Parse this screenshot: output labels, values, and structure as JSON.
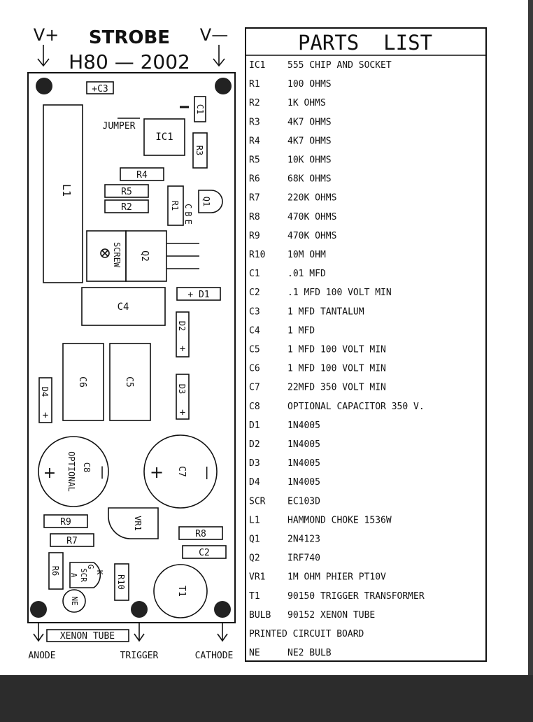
{
  "title": {
    "line1": "STROBE",
    "line2": "H80 — 2002",
    "vplus": "V+",
    "vminus": "V—"
  },
  "board": {
    "c3_label": "+C3",
    "c1_label": "C1",
    "jumper_label": "JUMPER",
    "ic1_label": "IC1",
    "r3_label": "R3",
    "r4_label": "R4",
    "r5_label": "R5",
    "r2_label": "R2",
    "r1_label": "R1",
    "l1_label": "L1",
    "q1_label": "Q1",
    "q1_pins": "CBE",
    "screw_label": "SCREW",
    "q2_label": "Q2",
    "d1_label": "+ D1",
    "c4_label": "C4",
    "d2_label": "D2",
    "d2_plus": "+",
    "c6_label": "C6",
    "c5_label": "C5",
    "d3_label": "D3",
    "d3_plus": "+",
    "d4_label": "D4",
    "d4_plus": "+",
    "c8_label": "C8",
    "optional_label": "OPTIONAL",
    "c8_plus": "+",
    "c8_minus": "|",
    "c7_label": "C7",
    "c7_plus": "+",
    "c7_minus": "—",
    "r9_label": "R9",
    "vr1_label": "VR1",
    "r8_label": "R8",
    "r7_label": "R7",
    "c2_label": "C2",
    "r6_label": "R6",
    "scr_label": "SCR",
    "scr_g": "G",
    "scr_k": "K",
    "scr_a": "A",
    "r10_label": "R10",
    "t1_label": "T1",
    "ne_label": "NE",
    "xenon_label": "XENON TUBE"
  },
  "terminals": {
    "anode": "ANODE",
    "trigger": "TRIGGER",
    "cathode": "CATHODE"
  },
  "parts_list": {
    "title": "PARTS  LIST",
    "rows": [
      {
        "ref": "IC1",
        "desc": "555 CHIP   AND SOCKET"
      },
      {
        "ref": "R1",
        "desc": "100 OHMS"
      },
      {
        "ref": "R2",
        "desc": "1K OHMS"
      },
      {
        "ref": "R3",
        "desc": "4K7 OHMS"
      },
      {
        "ref": "R4",
        "desc": "4K7 OHMS"
      },
      {
        "ref": "R5",
        "desc": "10K OHMS"
      },
      {
        "ref": "R6",
        "desc": "68K OHMS"
      },
      {
        "ref": "R7",
        "desc": "220K OHMS"
      },
      {
        "ref": "R8",
        "desc": "470K OHMS"
      },
      {
        "ref": "R9",
        "desc": "470K OHMS"
      },
      {
        "ref": "R10",
        "desc": "10M OHM"
      },
      {
        "ref": "C1",
        "desc": ".01 MFD"
      },
      {
        "ref": "C2",
        "desc": ".1 MFD  100 VOLT MIN"
      },
      {
        "ref": "C3",
        "desc": "1 MFD  TANTALUM"
      },
      {
        "ref": "C4",
        "desc": "1 MFD"
      },
      {
        "ref": "C5",
        "desc": "1 MFD   100 VOLT MIN"
      },
      {
        "ref": "C6",
        "desc": "1 MFD   100 VOLT MIN"
      },
      {
        "ref": "C7",
        "desc": "22MFD   350 VOLT MIN"
      },
      {
        "ref": "C8",
        "desc": "OPTIONAL CAPACITOR   350 V."
      },
      {
        "ref": "D1",
        "desc": "1N4005"
      },
      {
        "ref": "D2",
        "desc": "1N4005"
      },
      {
        "ref": "D3",
        "desc": "1N4005"
      },
      {
        "ref": "D4",
        "desc": "1N4005"
      },
      {
        "ref": "SCR",
        "desc": "EC103D"
      },
      {
        "ref": "L1",
        "desc": "HAMMOND CHOKE  1536W"
      },
      {
        "ref": "Q1",
        "desc": "2N4123"
      },
      {
        "ref": "Q2",
        "desc": "IRF740"
      },
      {
        "ref": "VR1",
        "desc": "1M OHM PHIER PT10V"
      },
      {
        "ref": "T1",
        "desc": "90150  TRIGGER TRANSFORMER"
      },
      {
        "ref": "BULB",
        "desc": "90152  XENON TUBE"
      },
      {
        "ref": "",
        "desc": "PRINTED CIRCUIT BOARD"
      },
      {
        "ref": "NE",
        "desc": "NE2 BULB"
      }
    ]
  }
}
